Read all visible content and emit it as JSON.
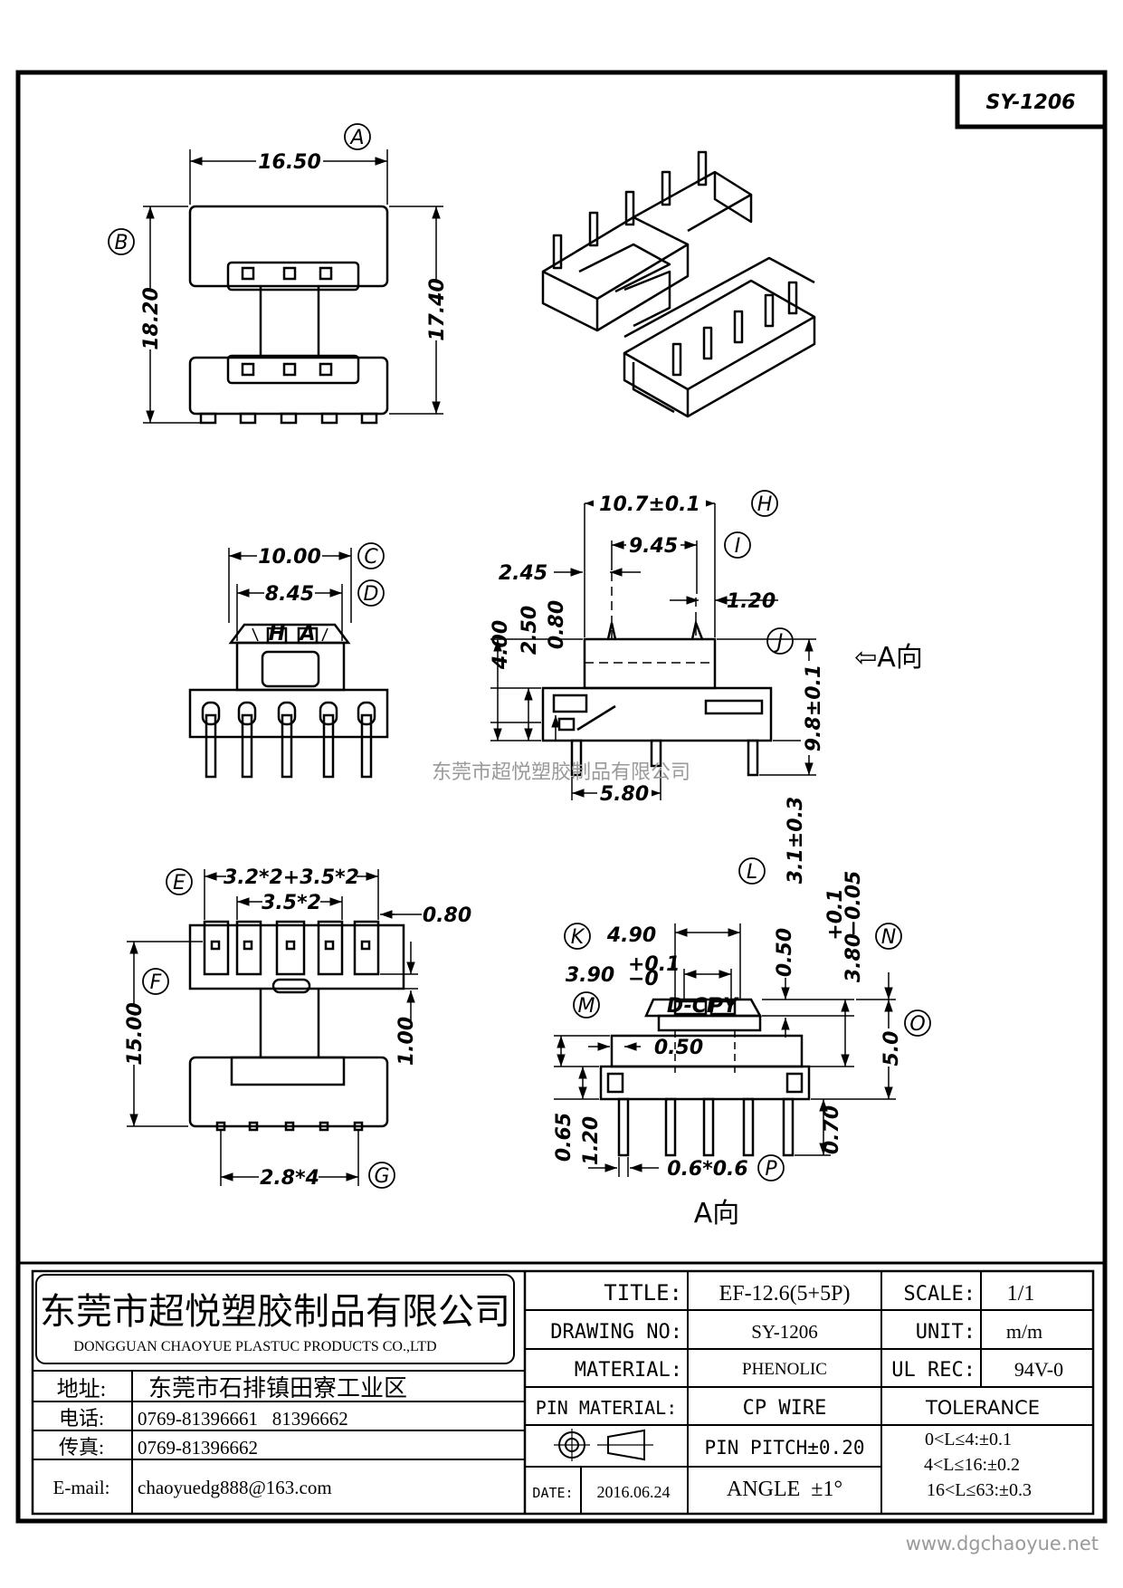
{
  "drawing_no_tag": "SY-1206",
  "views": {
    "top": {
      "callout_a": "A",
      "callout_b": "B",
      "dim_width": "16.50",
      "dim_height_outer": "18.20",
      "dim_height_inner": "17.40"
    },
    "front": {
      "callout_c": "C",
      "callout_d": "D",
      "dim_10": "10.00",
      "dim_845": "8.45",
      "marking_h": "H",
      "marking_a": "A"
    },
    "side": {
      "callout_h": "H",
      "callout_i": "I",
      "callout_j": "J",
      "callout_l": "L",
      "dim_107": "10.7±0.1",
      "dim_945": "9.45",
      "dim_245": "2.45",
      "dim_120": "1.20",
      "dim_400": "4.00",
      "dim_250": "2.50",
      "dim_080": "0.80",
      "dim_98": "9.8±0.1",
      "dim_580": "5.80",
      "dim_31": "3.1±0.3",
      "view_arrow": "⇦A向"
    },
    "bottom": {
      "callout_e": "E",
      "callout_f": "F",
      "callout_g": "G",
      "dim_pitch_total": "3.2*2+3.5*2",
      "dim_35": "3.5*2",
      "dim_080": "0.80",
      "dim_15": "15.00",
      "dim_100": "1.00",
      "dim_28": "2.8*4"
    },
    "view_a": {
      "callout_k": "K",
      "callout_m": "M",
      "callout_n": "N",
      "callout_o": "O",
      "callout_p": "P",
      "dim_490": "4.90",
      "dim_390": "3.90",
      "dim_390_tol_plus": "+0.1",
      "dim_390_tol_minus": "−0",
      "dim_050_v": "0.50",
      "dim_380": "3.80",
      "dim_380_tol_plus": "+0.1",
      "dim_380_tol_minus": "−0.05",
      "dim_050_h": "0.50",
      "dim_50": "5.0",
      "dim_065": "0.65",
      "dim_120": "1.20",
      "dim_070": "0.70",
      "dim_pin": "0.6*0.6",
      "marking_1": "D-CI",
      "marking_2": "PY",
      "caption": "A向"
    }
  },
  "watermark": "东莞市超悦塑胶制品有限公司",
  "title_block": {
    "company_cn": "东莞市超悦塑胶制品有限公司",
    "company_en": "DONGGUAN CHAOYUE PLASTUC PRODUCTS CO.,LTD",
    "address_label": "地址:",
    "address": "东莞市石排镇田寮工业区",
    "phone_label": "电话:",
    "phone": "0769-81396661   81396662",
    "fax_label": "传真:",
    "fax": "0769-81396662",
    "email_label": "E-mail:",
    "email": "chaoyuedg888@163.com",
    "title_label": "TITLE:",
    "title_value": "EF-12.6(5+5P)",
    "drawing_no_label": "DRAWING NO:",
    "drawing_no_value": "SY-1206",
    "material_label": "MATERIAL:",
    "material_value": "PHENOLIC",
    "pin_material_label": "PIN MATERIAL:",
    "pin_material_value": "CP WIRE",
    "pin_pitch": "PIN PITCH±0.20",
    "date_label": "DATE:",
    "date_value": "2016.06.24",
    "angle": "ANGLE  ±1°",
    "scale_label": "SCALE:",
    "scale_value": "1/1",
    "unit_label": "UNIT:",
    "unit_value": "m/m",
    "ul_label": "UL REC:",
    "ul_value": "94V-0",
    "tolerance_label": "TOLERANCE",
    "tol_1": "0<L≤4:±0.1",
    "tol_2": "4<L≤16:±0.2",
    "tol_3": "16<L≤63:±0.3"
  },
  "website": "www.dgchaoyue.net"
}
